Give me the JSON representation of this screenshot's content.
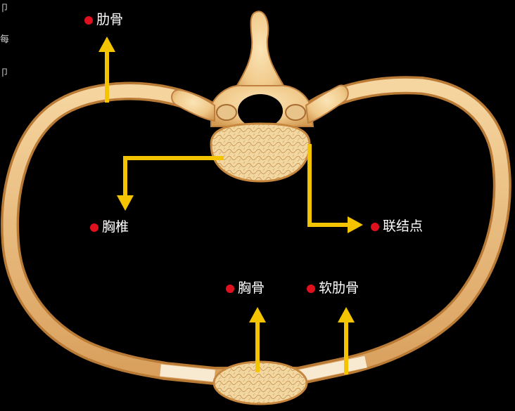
{
  "labels": {
    "rib": "肋骨",
    "vertebra": "胸椎",
    "joint": "联结点",
    "sternum": "胸骨",
    "cartilage": "软肋骨"
  },
  "edge_glyphs": [
    "卩",
    "每",
    "卩"
  ],
  "colors": {
    "background": "#000000",
    "bone_fill": "#f0c98a",
    "bone_stroke": "#c8873e",
    "arrow": "#f5c400",
    "dot": "#e0101e",
    "label_text": "#ffffff"
  }
}
